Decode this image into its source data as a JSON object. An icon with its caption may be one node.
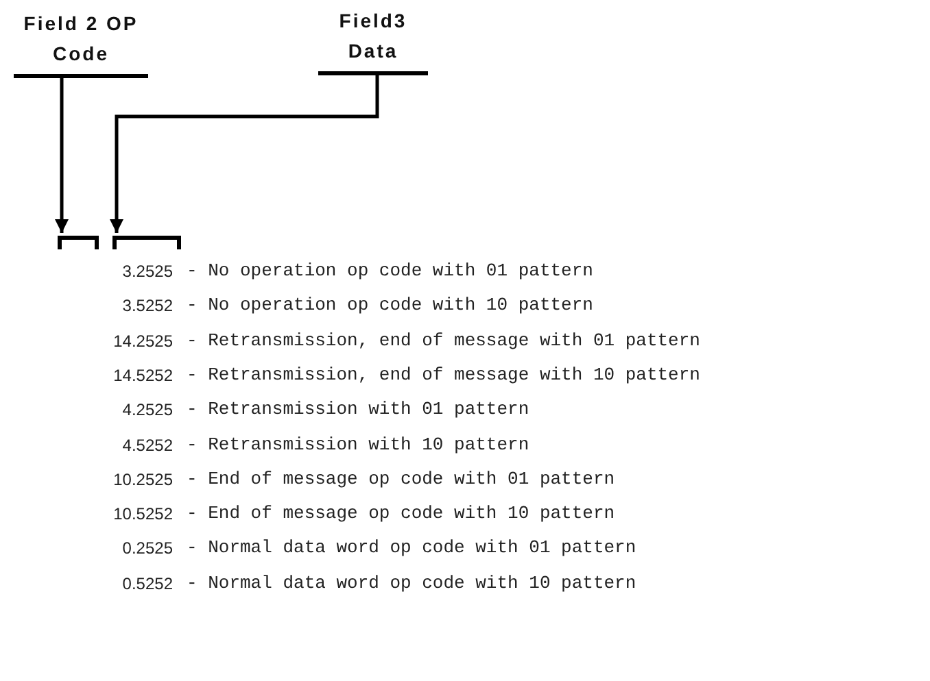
{
  "diagram": {
    "nodes": [
      {
        "text": [
          "Field 2 OP Code"
        ]
      },
      {
        "text": [
          "Field3 Data"
        ]
      },
      {
        "text": [],
        "shape": "bracket"
      },
      {
        "text": [],
        "shape": "bracket"
      }
    ],
    "edges": [
      {
        "from": 0,
        "to": 2,
        "arrow": "to"
      },
      {
        "from": 1,
        "to": 3,
        "arrow": "to"
      }
    ],
    "labels": [
      "3.2525",
      "- No operation op code with 01 pattern",
      "3.5252",
      "- No operation op code with 10 pattern",
      "14.2525",
      "- Retransmission, end of message with 01 pattern",
      "14.5252",
      "- Retransmission, end of message with 10 pattern",
      "4.2525",
      "- Retransmission with 01 pattern",
      "4.5252",
      "- Retransmission with 10 pattern",
      "10.2525",
      "- End of message op code with 01 pattern",
      "10.5252",
      "- End of message op code with 10 pattern",
      "0.2525",
      "- Normal data word op code with 01 pattern",
      "0.5252",
      "- Normal data word op code with 10 pattern"
    ]
  }
}
